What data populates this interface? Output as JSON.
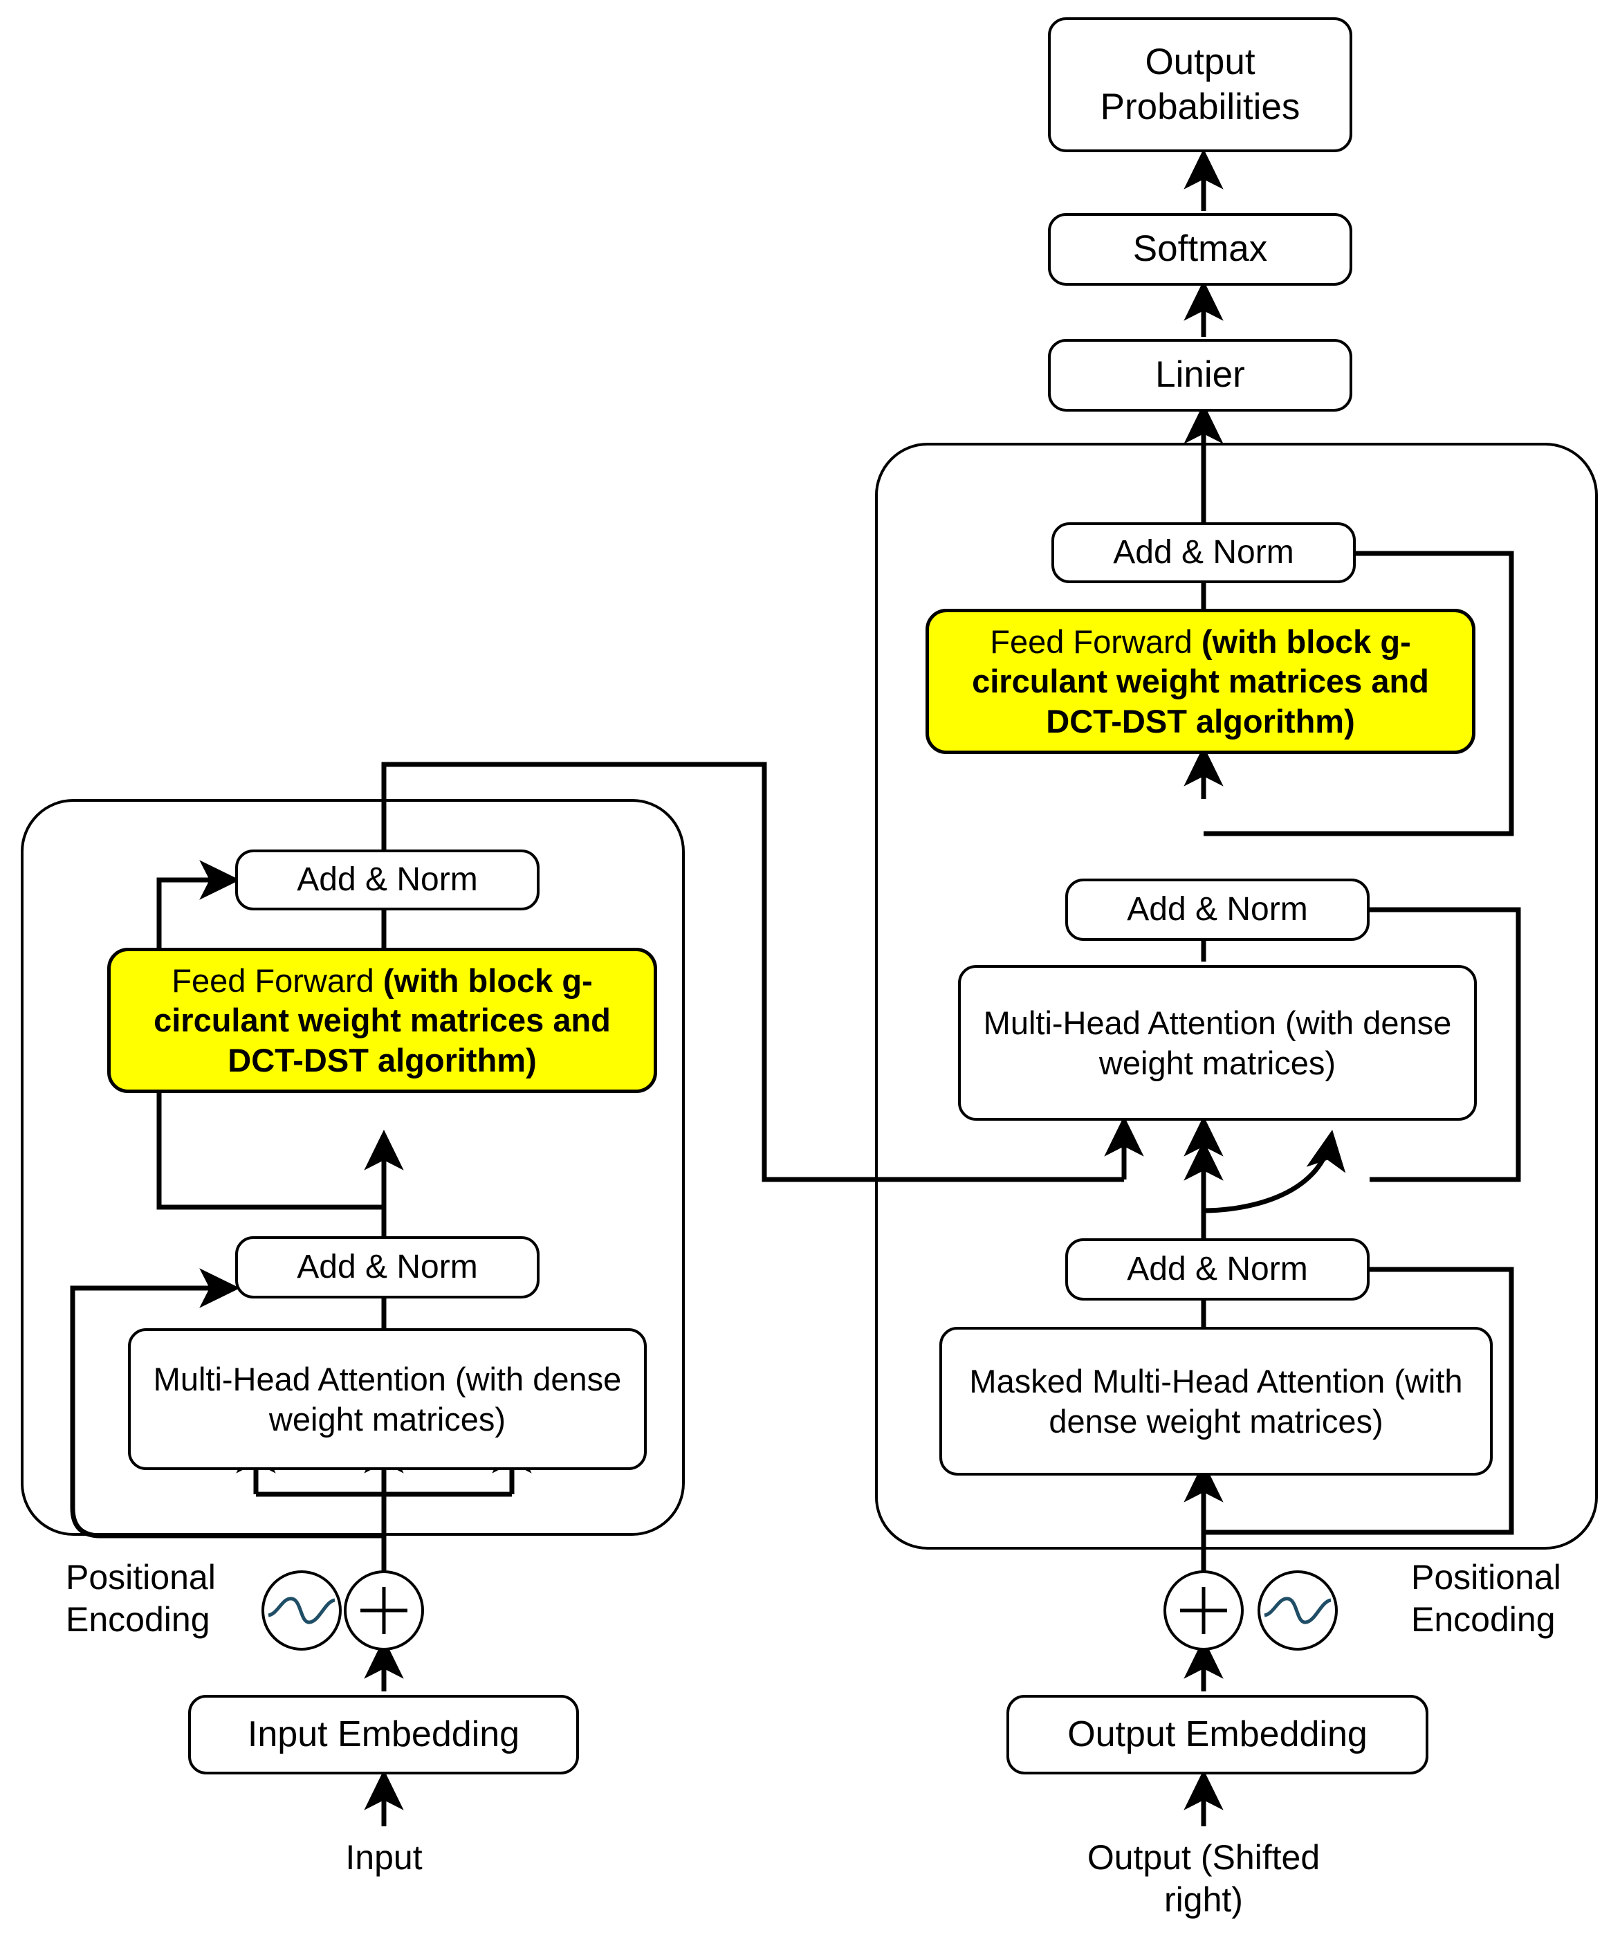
{
  "diagram": {
    "title_note": "Transformer architecture with block g-circulant feed-forward layers",
    "accent_highlight": "#FFFF00",
    "line_color": "#000000",
    "wave_color": "#1F4E66",
    "background": "#FFFFFF"
  },
  "top_stack": {
    "output_probabilities": "Output\nProbabilities",
    "softmax": "Softmax",
    "linier": "Linier"
  },
  "encoder": {
    "add_norm_top": "Add & Norm",
    "feed_forward": {
      "lead": "Feed Forward ",
      "bold": "(with block g-circulant weight matrices and DCT-DST algorithm)"
    },
    "add_norm_bottom": "Add & Norm",
    "multi_head_attention": "Multi-Head Attention (with dense weight matrices)",
    "positional_encoding": "Positional\nEncoding",
    "embedding": "Input Embedding",
    "input_label": "Input",
    "plus_symbol": "+"
  },
  "decoder": {
    "add_norm_top": "Add & Norm",
    "feed_forward": {
      "lead": "Feed Forward ",
      "bold": "(with block g-circulant weight matrices and DCT-DST algorithm)"
    },
    "add_norm_mid": "Add & Norm",
    "multi_head_attention": "Multi-Head Attention (with dense weight matrices)",
    "add_norm_bottom": "Add & Norm",
    "masked_multi_head_attention": "Masked Multi-Head Attention (with dense weight matrices)",
    "positional_encoding": "Positional\nEncoding",
    "embedding": "Output Embedding",
    "output_label": "Output (Shifted right)",
    "plus_symbol": "+"
  },
  "icons": {
    "sine_wave": "sine-wave-icon",
    "plus_circle": "plus-circle-icon"
  }
}
